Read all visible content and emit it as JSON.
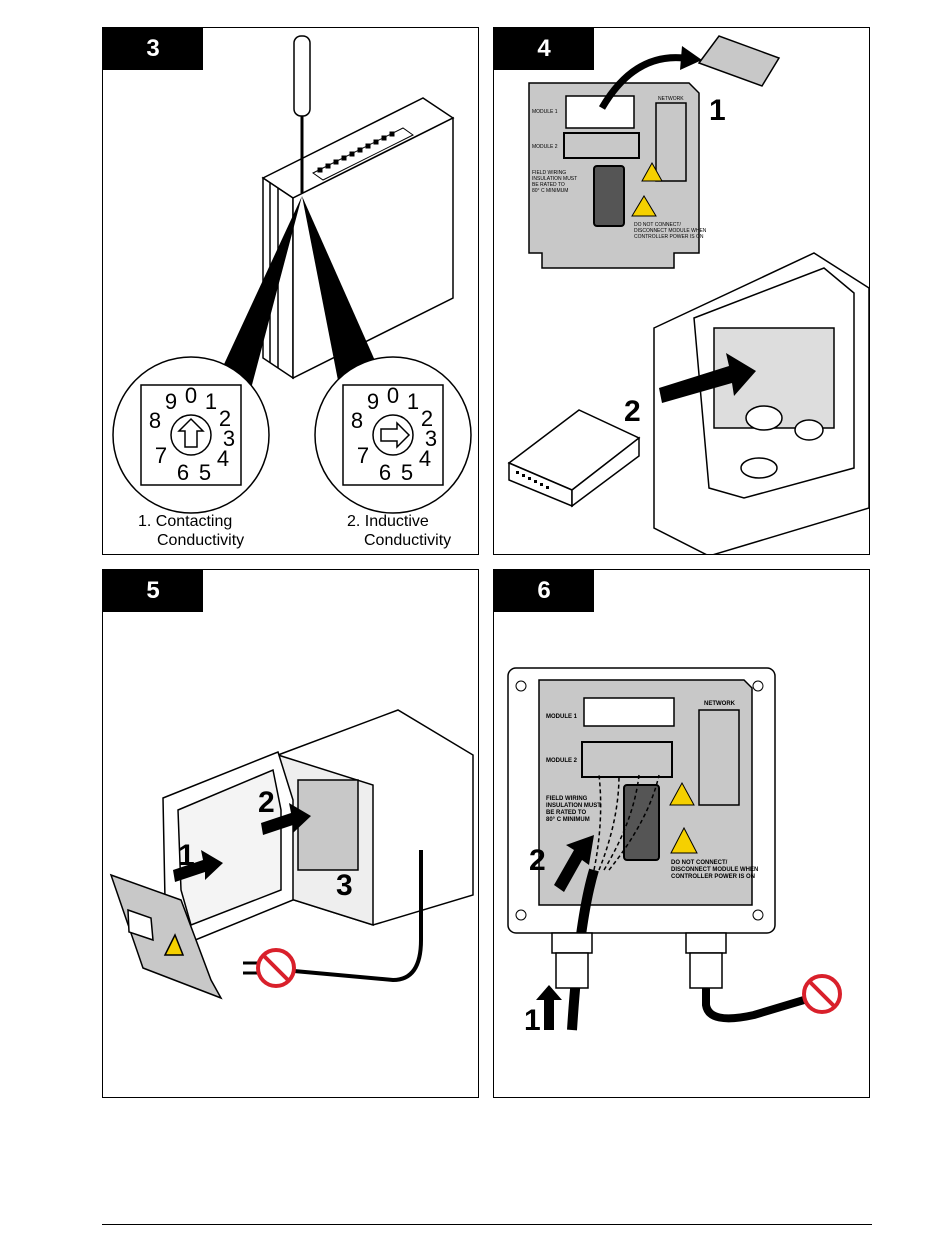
{
  "steps": [
    {
      "number": "3",
      "captions": [
        "1. Contacting",
        "Conductivity",
        "2. Inductive",
        "Conductivity"
      ],
      "dial_digits": [
        "0",
        "1",
        "2",
        "3",
        "4",
        "5",
        "6",
        "7",
        "8",
        "9"
      ]
    },
    {
      "number": "4",
      "callouts": [
        "1",
        "2"
      ],
      "plate_labels": {
        "module1": "MODULE 1",
        "module2": "MODULE 2",
        "network": "NETWORK",
        "field_wiring": [
          "FIELD WIRING",
          "INSULATION MUST",
          "BE RATED TO",
          "80° C MINIMUM"
        ],
        "warning": [
          "DO NOT CONNECT/",
          "DISCONNECT MODULE WHEN",
          "CONTROLLER POWER IS ON"
        ]
      }
    },
    {
      "number": "5",
      "callouts": [
        "1",
        "2",
        "3"
      ]
    },
    {
      "number": "6",
      "callouts": [
        "2",
        "1"
      ],
      "plate_labels": {
        "module1": "MODULE 1",
        "module2": "MODULE 2",
        "network": "NETWORK",
        "field_wiring": [
          "FIELD WIRING",
          "INSULATION MUST",
          "BE RATED TO",
          "80° C MINIMUM"
        ],
        "warning": [
          "DO NOT CONNECT/",
          "DISCONNECT MODULE WHEN",
          "CONTROLLER POWER IS ON"
        ]
      }
    }
  ],
  "colors": {
    "plate_gray": "#c8c8c8",
    "dark_gray": "#5a5a5a",
    "warning_yellow": "#f5d000",
    "no_symbol_red": "#d9202b"
  }
}
